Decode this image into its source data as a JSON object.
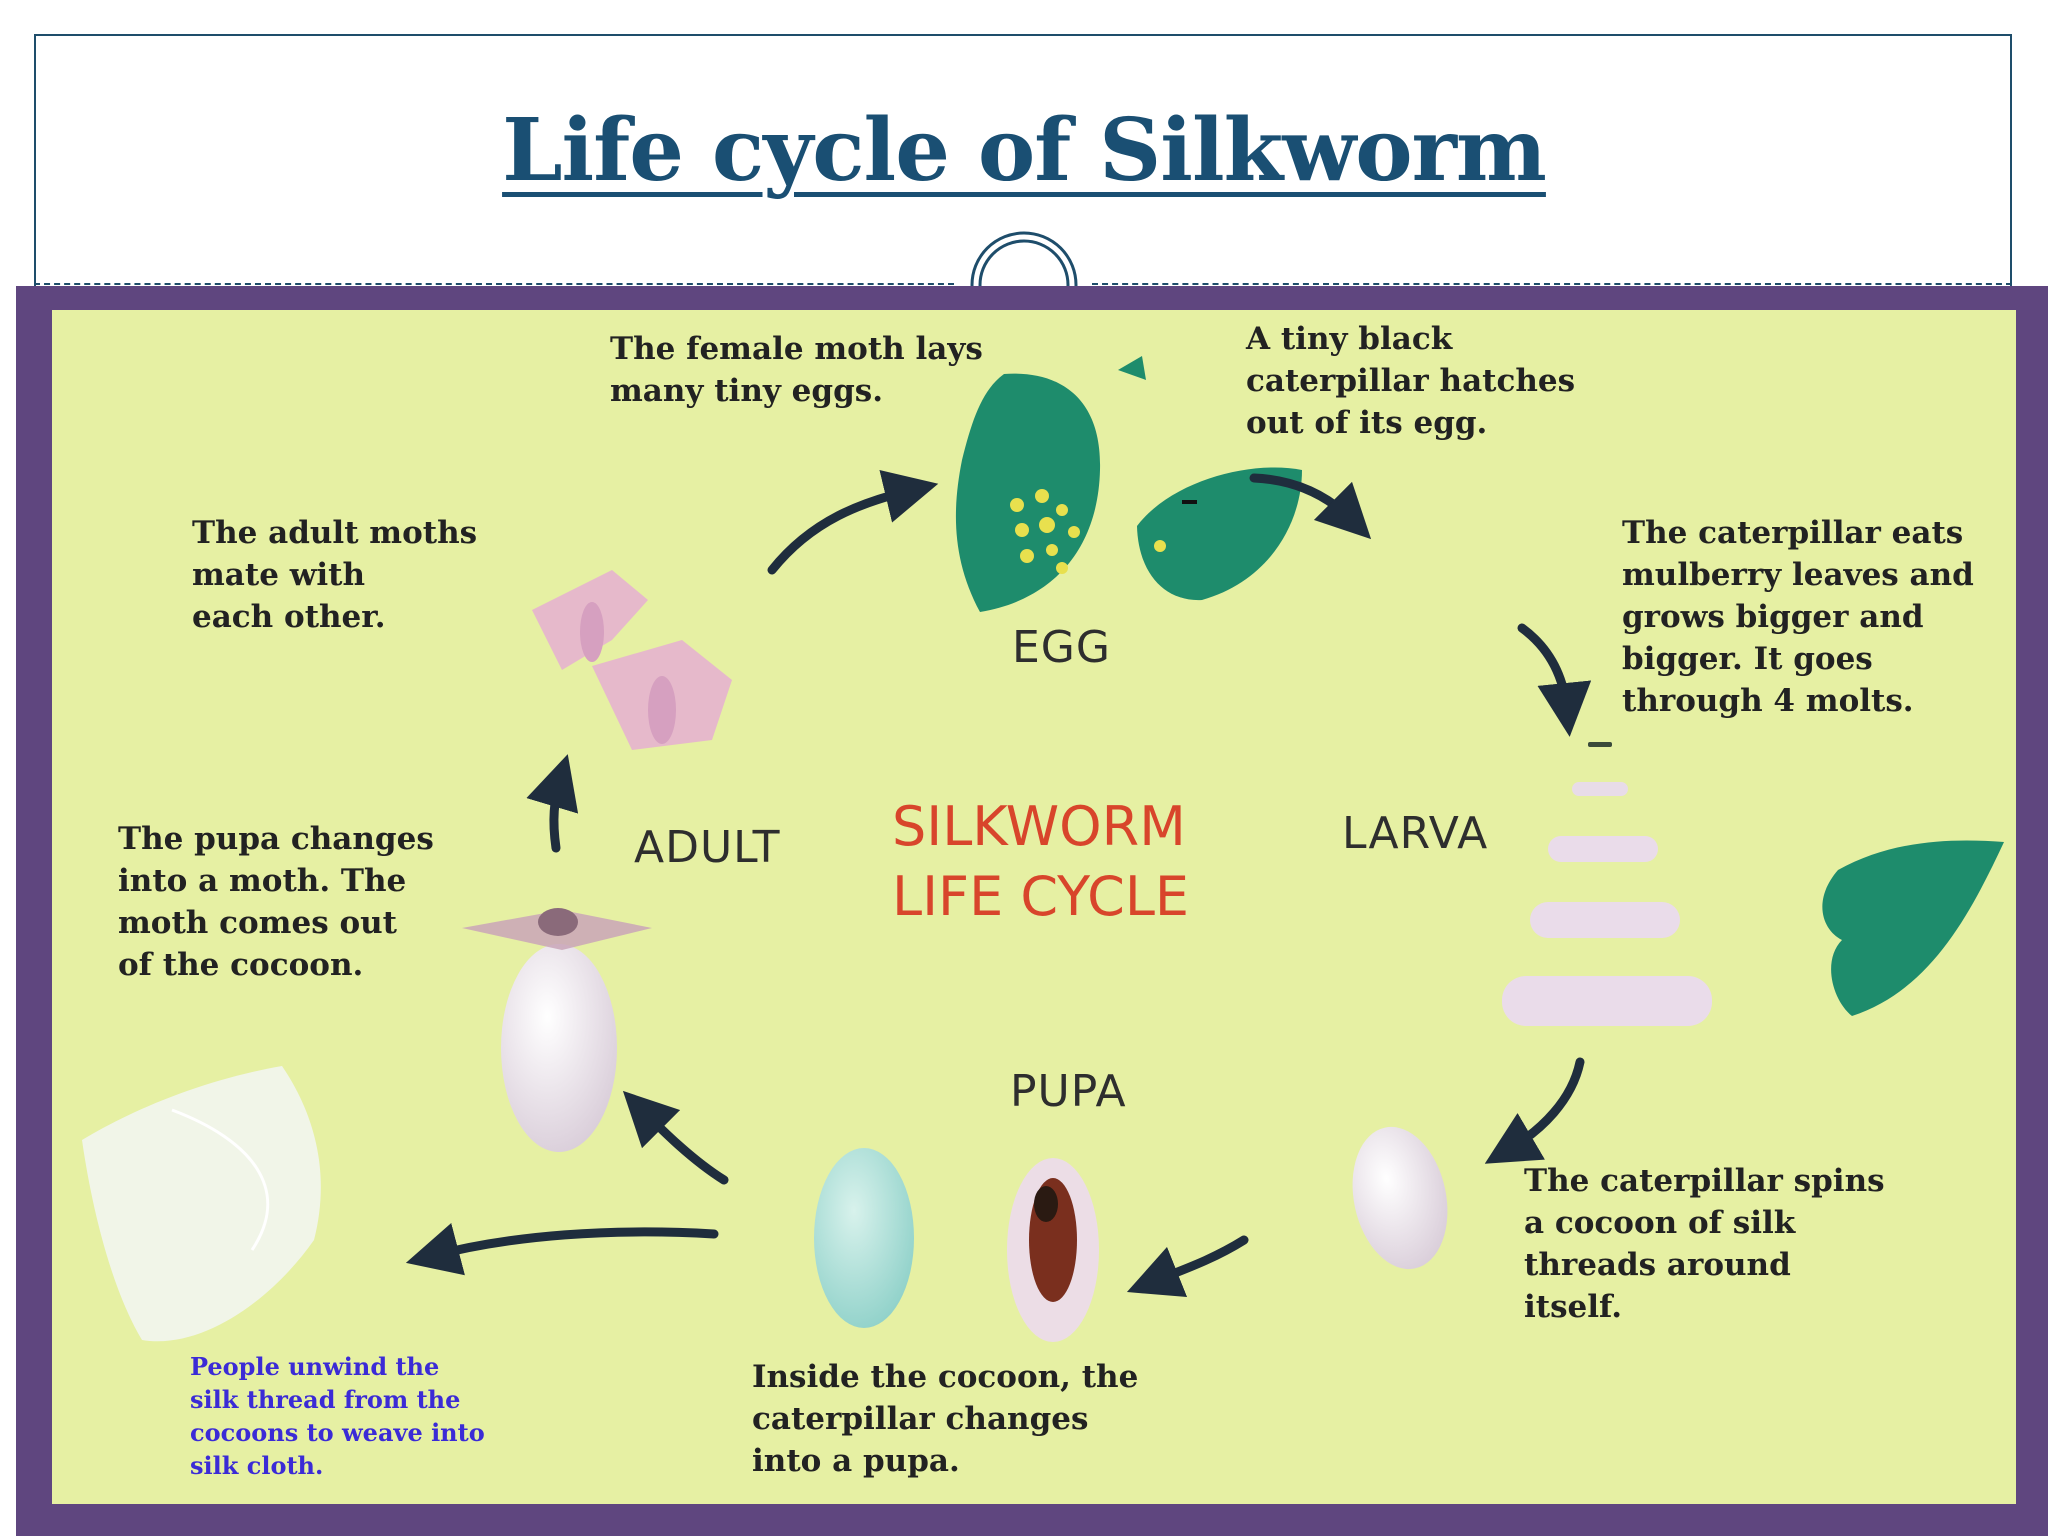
{
  "slide": {
    "title": "Life cycle of Silkworm"
  },
  "diagram": {
    "center_title": "SILKWORM\nLIFE CYCLE",
    "stages": {
      "egg": "EGG",
      "larva": "LARVA",
      "pupa": "PUPA",
      "adult": "ADULT"
    },
    "captions": {
      "female_moth": "The female moth lays\nmany tiny eggs.",
      "hatch": "A tiny black\ncaterpillar hatches\nout of its egg.",
      "eats": "The caterpillar eats\nmulberry leaves and\ngrows bigger and\nbigger. It goes\nthrough 4 molts.",
      "spins": "The caterpillar spins\na cocoon of silk\nthreads around\nitself.",
      "inside": "Inside the cocoon, the\ncaterpillar changes\ninto a pupa.",
      "moth_out": "The pupa changes\ninto a moth. The\nmoth comes out\nof the cocoon.",
      "mate": "The adult moths\nmate with\neach other.",
      "unwind": "People unwind the\nsilk thread from the\ncocoons to weave into\nsilk cloth."
    },
    "colors": {
      "background": "#e6f0a3",
      "frame": "#5f467f",
      "leaf": "#1e8c6c",
      "arrow": "#1f2d3d",
      "stage_title": "#d8452b",
      "note": "#3b2bd6"
    }
  }
}
